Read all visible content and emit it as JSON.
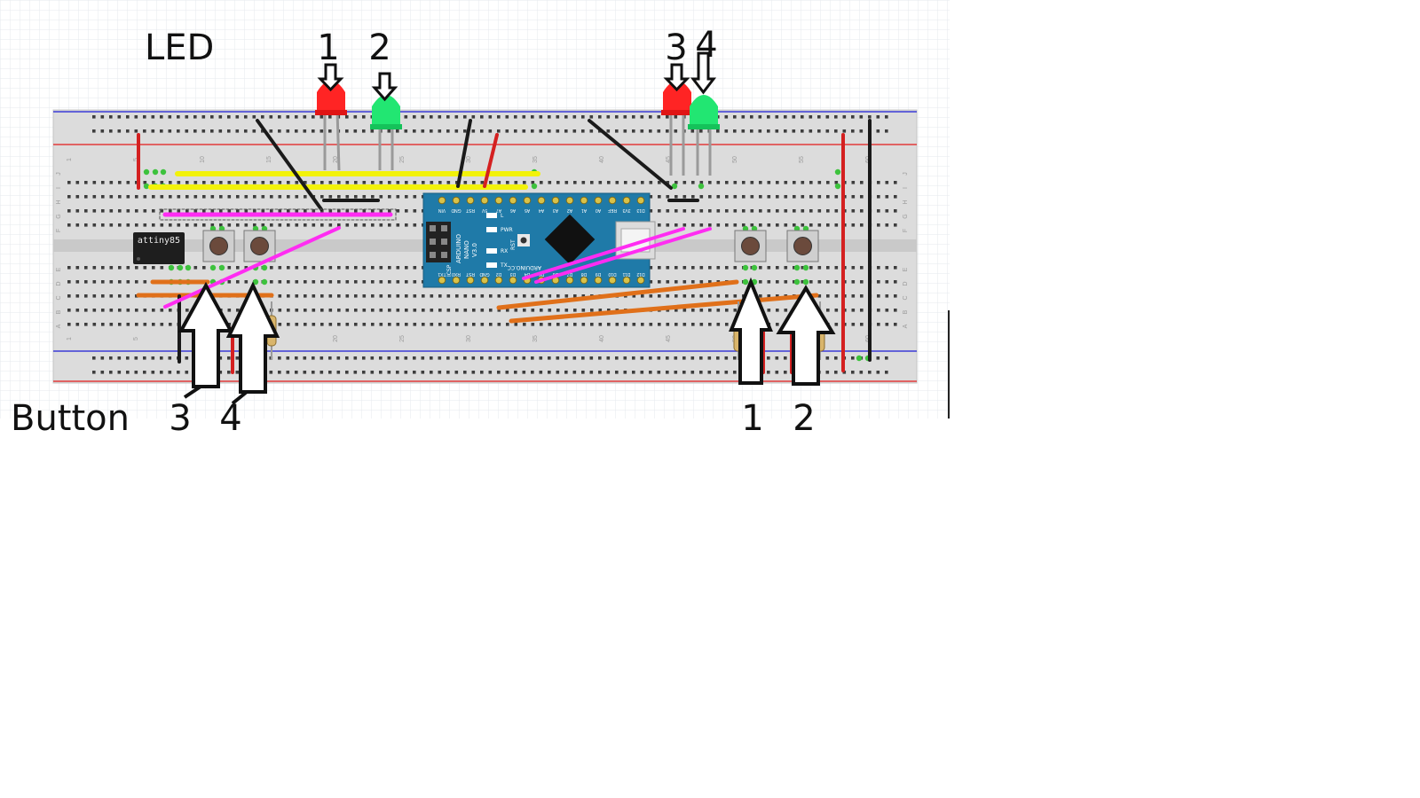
{
  "labels": {
    "led_title": "LED",
    "button_title": "Button",
    "led_numbers": [
      "1",
      "2",
      "3",
      "4"
    ],
    "button_numbers": [
      "3",
      "4",
      "1",
      "2"
    ]
  },
  "components": {
    "chip_label": "attiny85",
    "nano_lines": [
      "ARDUINO",
      "NANO",
      "V3.0"
    ],
    "nano_top_pins": [
      "D12",
      "D11",
      "D10",
      "D9",
      "D8",
      "D7",
      "D6",
      "D5",
      "D4",
      "D3",
      "D2",
      "GND",
      "RST",
      "RX0",
      "TX1"
    ],
    "nano_bottom_pins": [
      "D13",
      "3V3",
      "REF",
      "A0",
      "A1",
      "A2",
      "A3",
      "A4",
      "A5",
      "A6",
      "A7",
      "5V",
      "RST",
      "GND",
      "VIN"
    ],
    "nano_site": "ARDUINO.CC",
    "nano_icsp": "ICSP",
    "nano_rst": "RST",
    "nano_leds": [
      "L",
      "PWR",
      "RX",
      "TX"
    ]
  },
  "breadboard": {
    "row_letters_top": [
      "J",
      "I",
      "H",
      "G",
      "F"
    ],
    "row_letters_bottom": [
      "E",
      "D",
      "C",
      "B",
      "A"
    ],
    "column_numbers": [
      "1",
      "5",
      "10",
      "15",
      "20",
      "25",
      "30",
      "35",
      "40",
      "45",
      "50",
      "55",
      "60"
    ]
  },
  "colors": {
    "rail_red": "#e23b3b",
    "rail_blue": "#3b3bd6",
    "wire_red": "#d42020",
    "wire_black": "#1a1a1a",
    "wire_yellow": "#f2f20a",
    "wire_magenta": "#ff2cf2",
    "wire_orange": "#e0701a",
    "led_red": "#ff2424",
    "led_green": "#22e672",
    "nano_blue": "#1f7aa8"
  }
}
